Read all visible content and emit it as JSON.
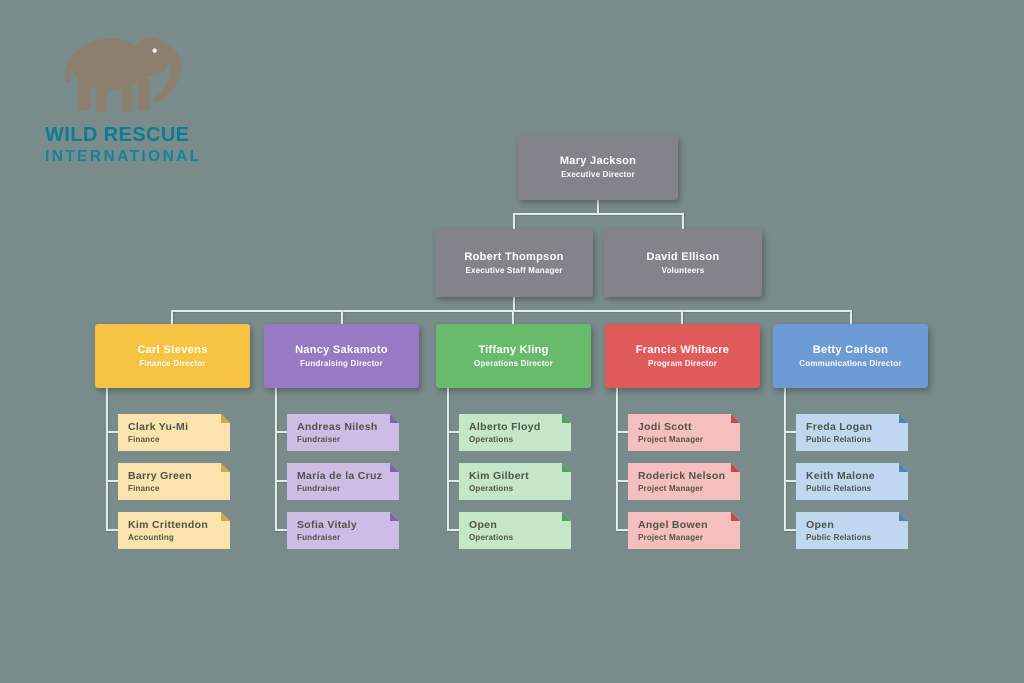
{
  "page": {
    "background": "#7A8B8B"
  },
  "connector_color": "#E2EBEB",
  "logo": {
    "line1": "WILD RESCUE",
    "line2": "INTERNATIONAL",
    "text_color": "#0B7E93",
    "text_color2": "#11869B",
    "elephant_color": "#8C7F6E"
  },
  "org": {
    "root": {
      "name": "Mary Jackson",
      "title": "Executive Director",
      "color": "#84838B"
    },
    "managers": [
      {
        "name": "Robert Thompson",
        "title": "Executive Staff Manager",
        "color": "#84838B"
      },
      {
        "name": "David Ellison",
        "title": "Volunteers",
        "color": "#84838B"
      }
    ],
    "groups": [
      {
        "department": "Finance",
        "color": "#F5C242",
        "light": "#FAE3AE",
        "fold": "#D9A637",
        "director": {
          "name": "Carl Stevens",
          "title": "Finance Director"
        },
        "members": [
          {
            "name": "Clark Yu-Mi",
            "title": "Finance"
          },
          {
            "name": "Barry Green",
            "title": "Finance"
          },
          {
            "name": "Kim Crittendon",
            "title": "Accounting"
          }
        ]
      },
      {
        "department": "Fundraising",
        "color": "#9879C4",
        "light": "#CDBCE4",
        "fold": "#8063AC",
        "director": {
          "name": "Nancy Sakamoto",
          "title": "Fundraising Director"
        },
        "members": [
          {
            "name": "Andreas Nilesh",
            "title": "Fundraiser"
          },
          {
            "name": "María de la Cruz",
            "title": "Fundraiser"
          },
          {
            "name": "Sofia Vitaly",
            "title": "Fundraiser"
          }
        ]
      },
      {
        "department": "Operations",
        "color": "#67BB6B",
        "light": "#C5E6C8",
        "fold": "#4EA355",
        "director": {
          "name": "Tiffany Kling",
          "title": "Operations Director"
        },
        "members": [
          {
            "name": "Alberto Floyd",
            "title": "Operations"
          },
          {
            "name": "Kim Gilbert",
            "title": "Operations"
          },
          {
            "name": "Open",
            "title": "Operations"
          }
        ]
      },
      {
        "department": "Program",
        "color": "#E25B5B",
        "light": "#F6BFBF",
        "fold": "#C74646",
        "director": {
          "name": "Francis Whitacre",
          "title": "Program Director"
        },
        "members": [
          {
            "name": "Jodi Scott",
            "title": "Project Manager"
          },
          {
            "name": "Roderick Nelson",
            "title": "Project Manager"
          },
          {
            "name": "Angel Bowen",
            "title": "Project Manager"
          }
        ]
      },
      {
        "department": "Communications",
        "color": "#6D9BD5",
        "light": "#BFD8F0",
        "fold": "#5381BC",
        "director": {
          "name": "Betty Carlson",
          "title": "Communications Director"
        },
        "members": [
          {
            "name": "Freda Logan",
            "title": "Public Relations"
          },
          {
            "name": "Keith Malone",
            "title": "Public Relations"
          },
          {
            "name": "Open",
            "title": "Public Relations"
          }
        ]
      }
    ]
  }
}
